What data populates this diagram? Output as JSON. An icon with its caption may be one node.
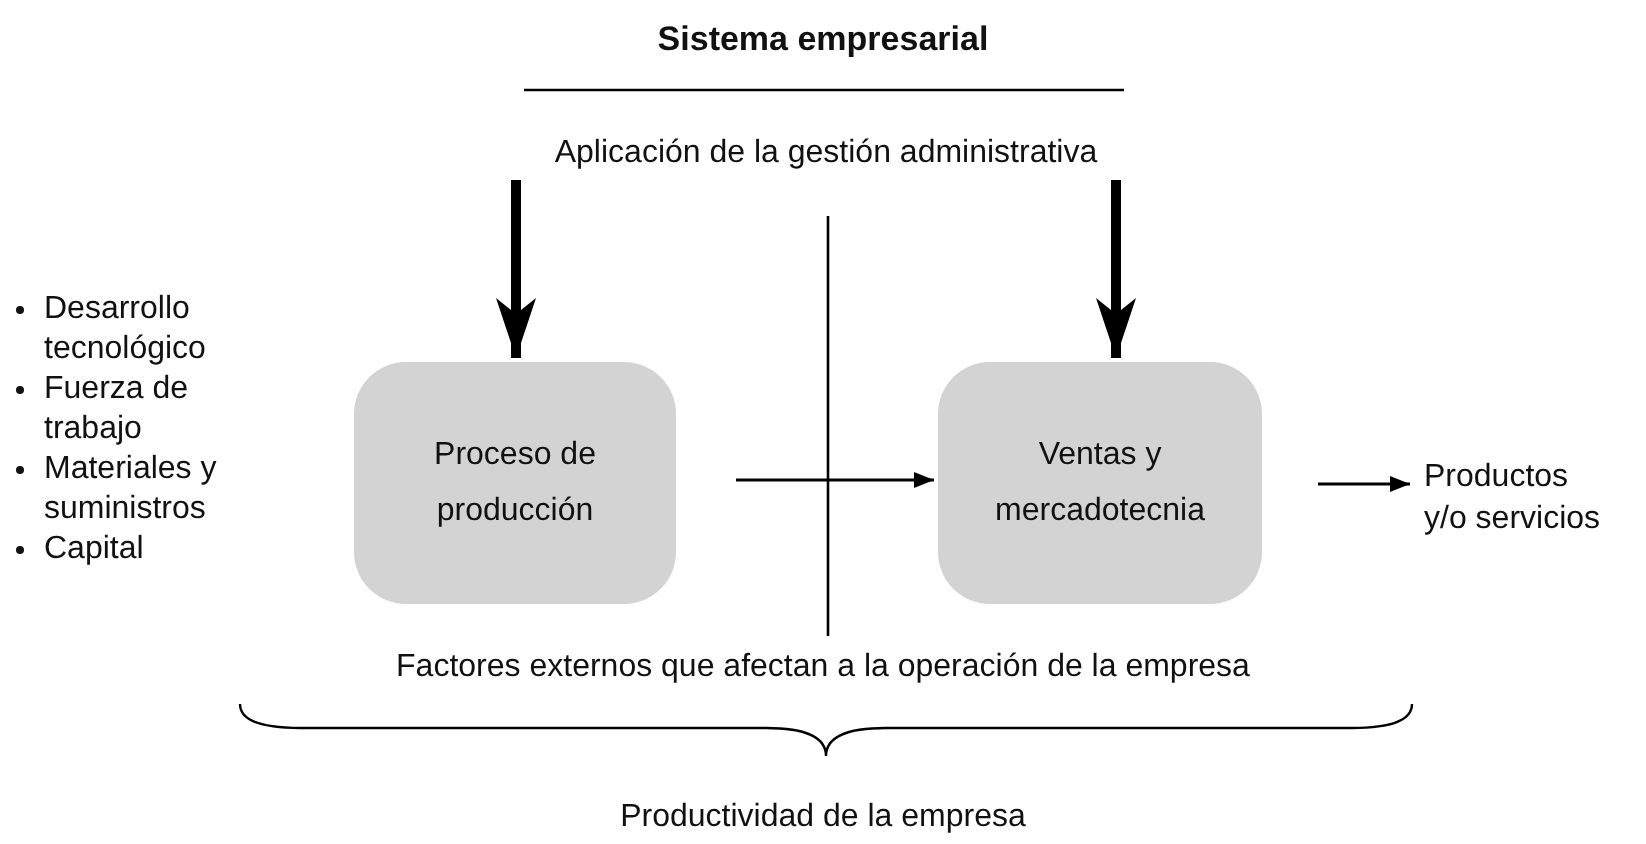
{
  "diagram": {
    "title": "Sistema empresarial",
    "nodes": [
      {
        "text": [
          "Aplicación de la gestión administrativa"
        ]
      },
      {
        "text": [
          "Proceso de producción"
        ]
      },
      {
        "text": [
          "Ventas y mercadotecnia"
        ]
      },
      {
        "text": [
          "Productos y/o servicios"
        ]
      }
    ],
    "edges": [
      {
        "from": 0,
        "to": 1,
        "arrow": "to",
        "style": "thick"
      },
      {
        "from": 0,
        "to": 2,
        "arrow": "to",
        "style": "thick"
      },
      {
        "from": 1,
        "to": 2,
        "arrow": "to"
      },
      {
        "from": 2,
        "to": 3,
        "arrow": "to"
      }
    ],
    "labels": [
      "Desarrollo tecnológico",
      "Fuerza de trabajo",
      "Materiales y suministros",
      "Capital",
      "Factores externos que afectan a la operación de la empresa",
      "Productividad de la empresa"
    ]
  }
}
